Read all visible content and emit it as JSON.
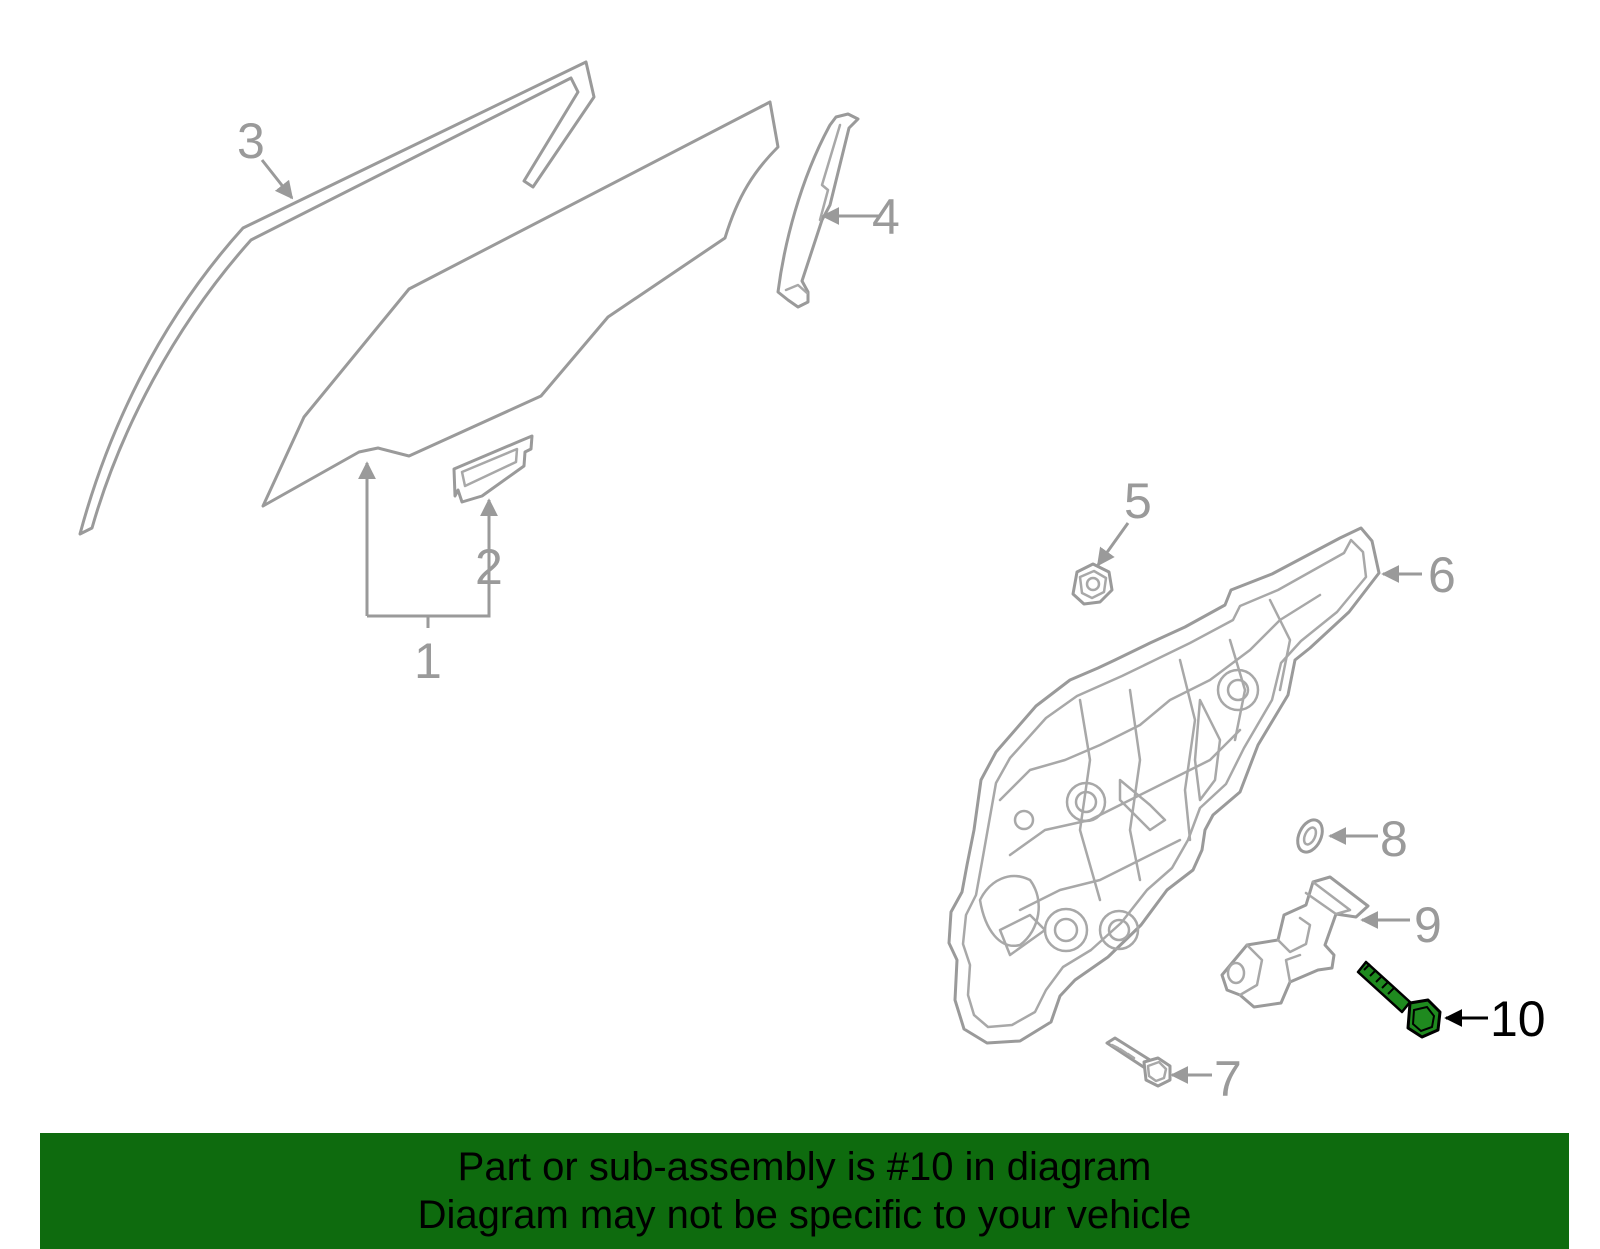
{
  "diagram": {
    "callouts": [
      "1",
      "2",
      "3",
      "4",
      "5",
      "6",
      "7",
      "8",
      "9",
      "10"
    ],
    "highlighted_callout": "10",
    "colors": {
      "part_stroke": "#9a9a9a",
      "highlight_part": "#1f8a1f",
      "highlight_label": "#000000",
      "banner_bg": "#0e6b0e"
    }
  },
  "banner": {
    "line1": "Part or sub-assembly is #10 in diagram",
    "line2": "Diagram may not be specific to your vehicle"
  }
}
